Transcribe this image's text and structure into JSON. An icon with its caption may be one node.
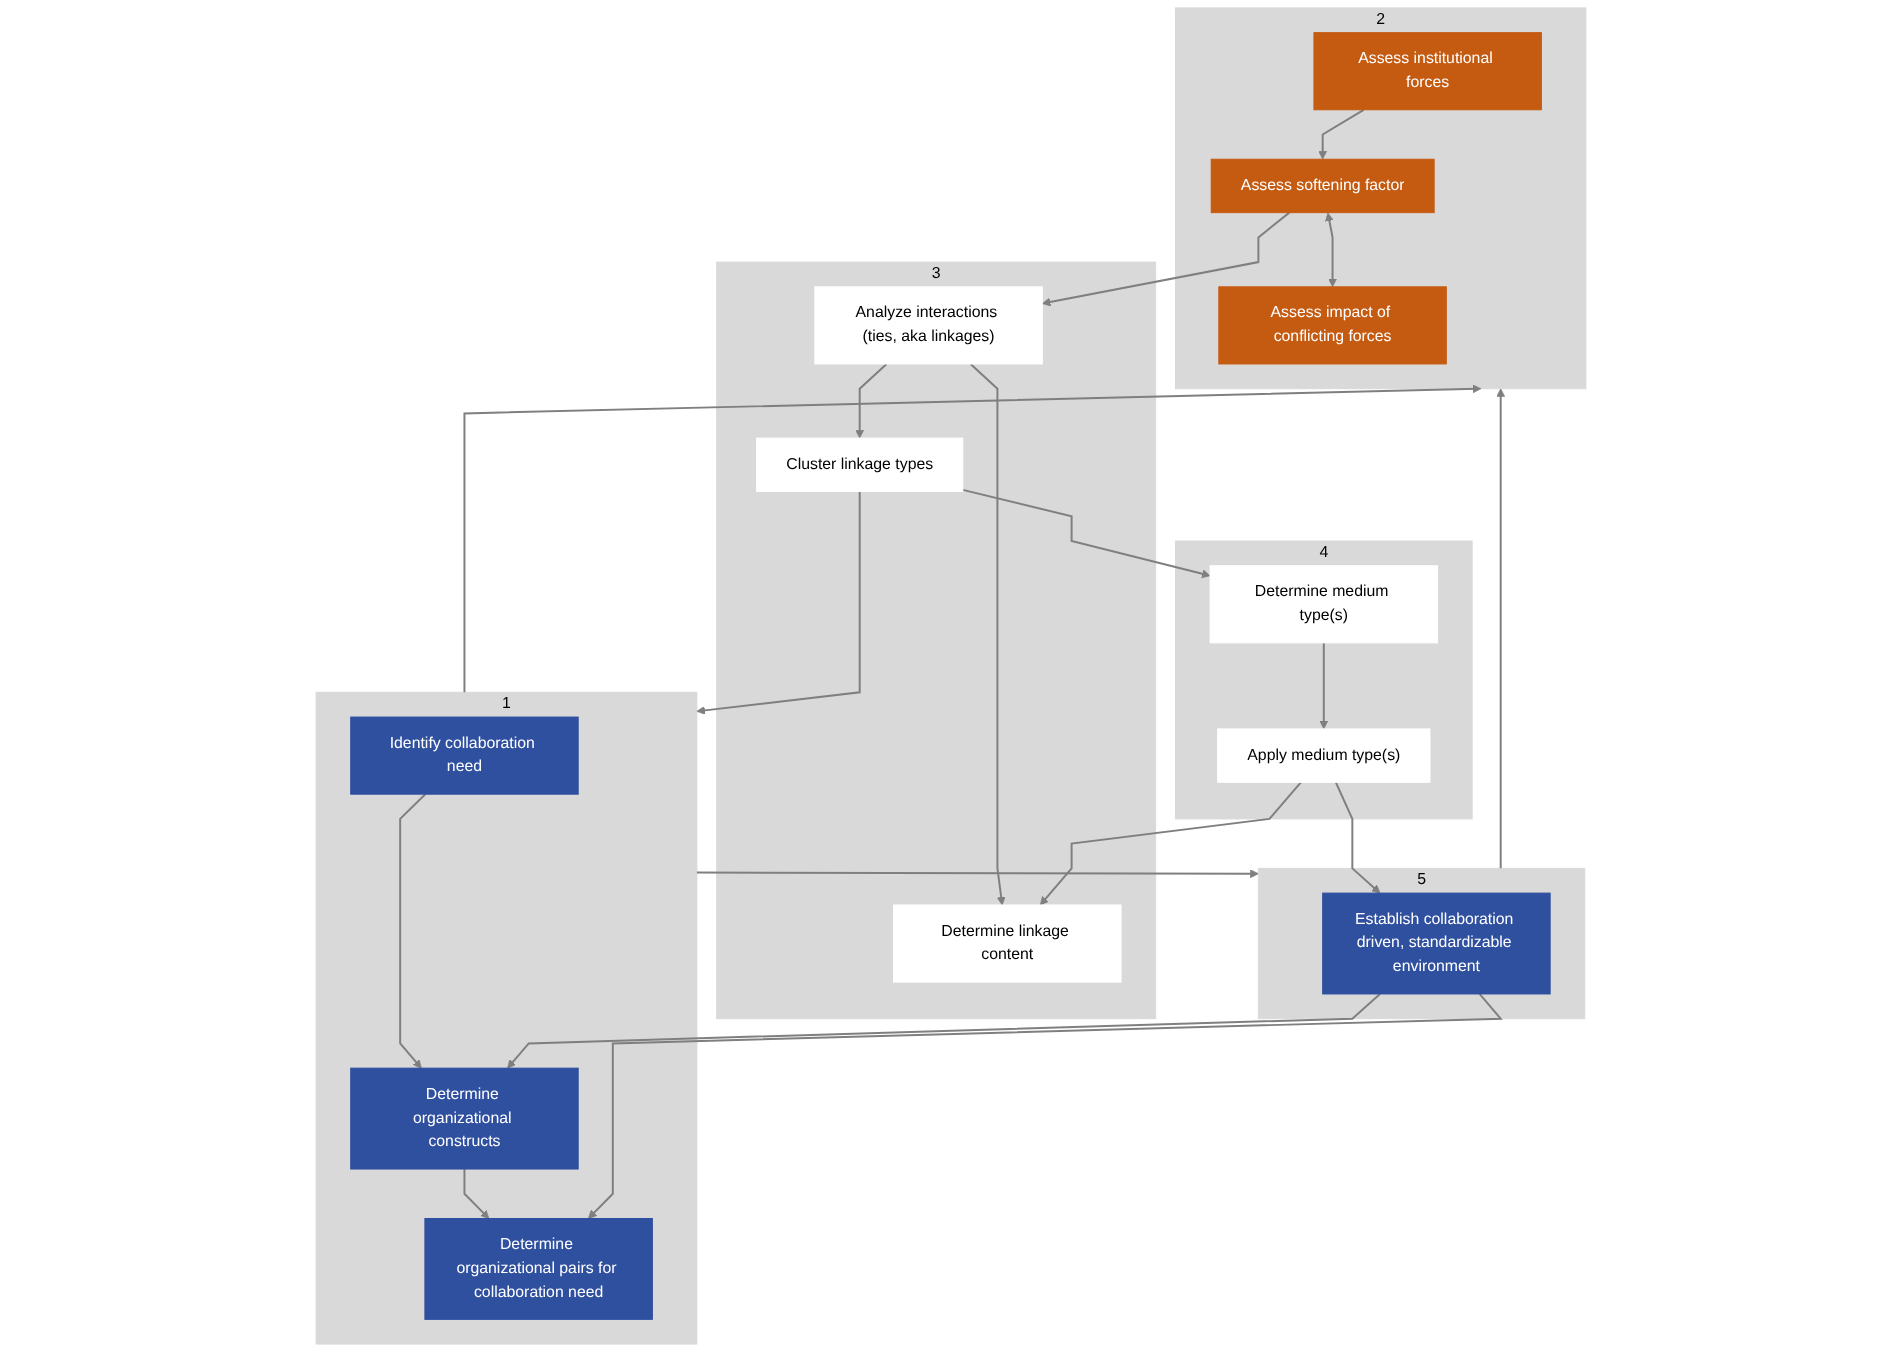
{
  "diagram": {
    "nodes": [
      {
        "text": [
          "2"
        ]
      },
      {
        "text": [
          "Assess institutional forces"
        ],
        "in": 0
      },
      {
        "text": [
          "Assess softening factor"
        ],
        "in": 0
      },
      {
        "text": [
          "Assess impact of conflicting forces"
        ],
        "in": 0
      },
      {
        "text": [
          "1"
        ]
      },
      {
        "text": [
          "Identify collaboration need"
        ],
        "in": 4
      },
      {
        "text": [
          "Determine organizational constructs"
        ],
        "in": 4
      },
      {
        "text": [
          "Determine organizational pairs for collaboration need"
        ],
        "in": 4
      },
      {
        "text": [
          "3"
        ]
      },
      {
        "text": [
          "Analyze interactions (ties, aka linkages)"
        ],
        "in": 8
      },
      {
        "text": [
          "Cluster linkage types"
        ],
        "in": 8
      },
      {
        "text": [
          "Determine linkage content"
        ],
        "in": 8
      },
      {
        "text": [
          "4"
        ]
      },
      {
        "text": [
          "Determine medium type(s)"
        ],
        "in": 12
      },
      {
        "text": [
          "Apply medium type(s)"
        ],
        "in": 12
      },
      {
        "text": [
          "5"
        ]
      },
      {
        "text": [
          "Establish collaboration driven, standardizable environment"
        ],
        "in": 15
      }
    ],
    "edges": [
      {
        "from": 4,
        "to": 0,
        "arrow": "to"
      },
      {
        "from": 1,
        "to": 2,
        "arrow": "to"
      },
      {
        "from": 2,
        "to": 3,
        "arrow": "both"
      },
      {
        "from": 2,
        "to": 9,
        "arrow": "to"
      },
      {
        "from": 5,
        "to": 6,
        "arrow": "to"
      },
      {
        "from": 6,
        "to": 7,
        "arrow": "to"
      },
      {
        "from": 9,
        "to": 10,
        "arrow": "to"
      },
      {
        "from": 9,
        "to": 11,
        "arrow": "to"
      },
      {
        "from": 10,
        "to": 4,
        "arrow": "to"
      },
      {
        "from": 10,
        "to": 13,
        "arrow": "to"
      },
      {
        "from": 13,
        "to": 14,
        "arrow": "to"
      },
      {
        "from": 14,
        "to": 11,
        "arrow": "to"
      },
      {
        "from": 4,
        "to": 15,
        "arrow": "to"
      },
      {
        "from": 14,
        "to": 16,
        "arrow": "to"
      },
      {
        "from": 16,
        "to": 6,
        "arrow": "to"
      },
      {
        "from": 16,
        "to": 7,
        "arrow": "to"
      },
      {
        "from": 15,
        "to": 0,
        "arrow": "to"
      }
    ]
  }
}
